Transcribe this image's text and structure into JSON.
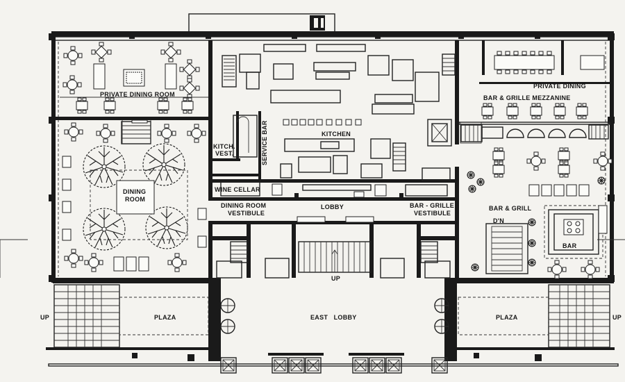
{
  "labels": {
    "private_dining_room": "PRIVATE DINING ROOM",
    "private_dining": "PRIVATE DINING",
    "bar_grille_mezzanine": "BAR & GRILLE MEZZANINE",
    "kitchen": "KITCHEN",
    "service_bar": "SERVICE BAR",
    "kitch_vest": "KITCH.",
    "kitch_vest_2": "VEST.",
    "dining_room": "DINING",
    "dining_room_2": "ROOM",
    "wine_cellar": "WINE CELLAR",
    "dining_room_vestibule": "DINING ROOM",
    "dining_room_vestibule_2": "VESTIBULE",
    "lobby": "LOBBY",
    "bar_grille_vestibule": "BAR - GRILLE",
    "bar_grille_vestibule_2": "VESTIBULE",
    "bar_and_grill": "BAR & GRILL",
    "dn": "D'N",
    "bar": "BAR",
    "up_center": "UP",
    "up_left": "UP",
    "up_right": "UP",
    "plaza_left": "PLAZA",
    "plaza_right": "PLAZA",
    "east_lobby": "EAST   LOBBY"
  },
  "colors": {
    "paper": "#f4f3ef",
    "ink": "#1a1a1a"
  }
}
